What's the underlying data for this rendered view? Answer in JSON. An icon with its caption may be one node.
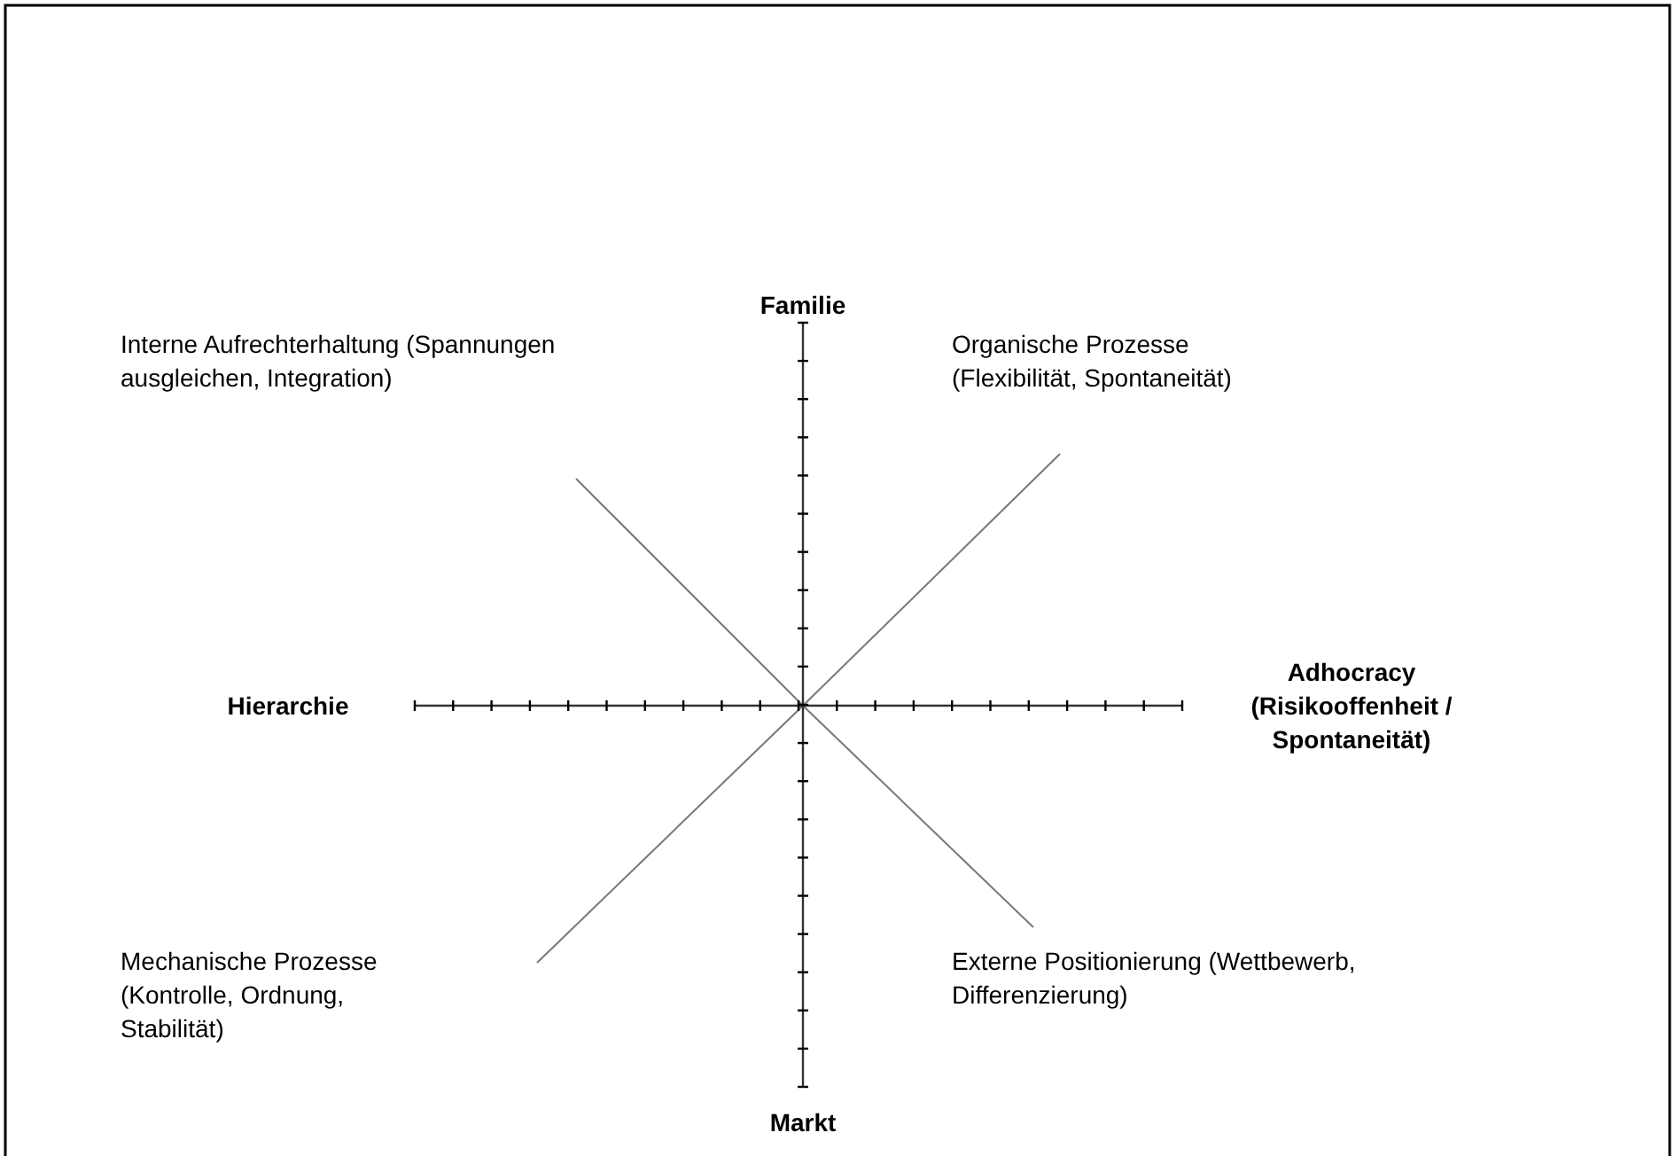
{
  "diagram": {
    "labels": [
      "Familie",
      "Interne Aufrechterhaltung (Spannungen ausgleichen, Integration)",
      "Organische Prozesse (Flexibilität, Spontaneität)",
      "Hierarchie",
      "Adhocracy (Risikooffenheit / Spontaneität)",
      "Mechanische Prozesse (Kontrolle, Ordnung, Stabilität)",
      "Externe Positionierung (Wettbewerb, Differenzierung)",
      "Markt"
    ]
  }
}
